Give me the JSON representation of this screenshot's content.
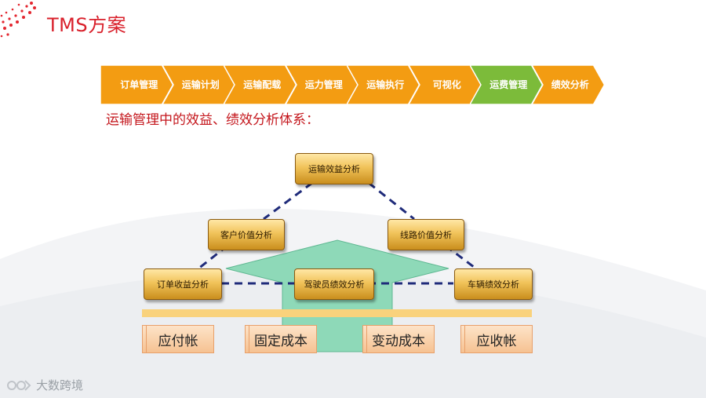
{
  "header": {
    "title": "TMS方案"
  },
  "process_steps": [
    {
      "label": "订单管理",
      "active": false
    },
    {
      "label": "运输计划",
      "active": false
    },
    {
      "label": "运输配载",
      "active": false
    },
    {
      "label": "运力管理",
      "active": false
    },
    {
      "label": "运输执行",
      "active": false
    },
    {
      "label": "可视化",
      "active": false
    },
    {
      "label": "运费管理",
      "active": true
    },
    {
      "label": "绩效分析",
      "active": false
    }
  ],
  "colors": {
    "step": "#f39c12",
    "step_active": "#7cbb3a",
    "accent": "#d9202b",
    "dash": "#1f2b7a",
    "arrow": "#8ed9b8"
  },
  "subtitle": "运输管理中的效益、绩效分析体系：",
  "diagram": {
    "top_node": "运输效益分析",
    "customer_node": "客户价值分析",
    "route_node": "线路价值分析",
    "order_node": "订单收益分析",
    "driver_node": "驾驶员绩效分析",
    "vehicle_node": "车辆绩效分析",
    "costs": [
      "应付帐",
      "固定成本",
      "变动成本",
      "应收帐"
    ]
  },
  "watermark": {
    "text": "大数跨境"
  }
}
